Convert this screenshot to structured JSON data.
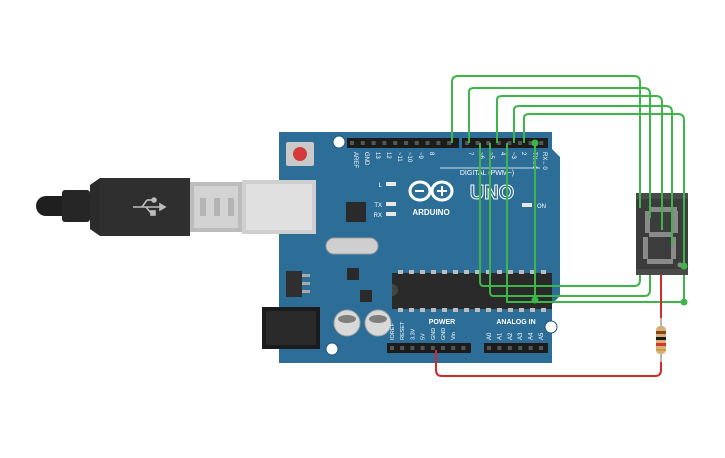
{
  "board": {
    "brand": "ARDUINO",
    "model": "UNO",
    "digital_label": "DIGITAL (PWM~)",
    "power_label": "POWER",
    "analog_label": "ANALOG IN",
    "on_label": "ON",
    "led_labels": [
      "L",
      "TX",
      "RX"
    ],
    "digital_pins": [
      "AREF",
      "GND",
      "13",
      "12",
      "~11",
      "~10",
      "~9",
      "8",
      "7",
      "~6",
      "~5",
      "4",
      "~3",
      "2",
      "TX→1",
      "RX←0"
    ],
    "power_pins": [
      "IOREF",
      "RESET",
      "3.3V",
      "5V",
      "GND",
      "GND",
      "Vin"
    ],
    "analog_pins": [
      "A0",
      "A1",
      "A2",
      "A3",
      "A4",
      "A5"
    ]
  },
  "display": {
    "digit": "8"
  },
  "colors": {
    "board": "#2c6e98",
    "wire_green": "#3db549",
    "wire_red": "#d32a2a",
    "display_bg": "#3c3c3c",
    "segment": "#8a8a8a"
  }
}
